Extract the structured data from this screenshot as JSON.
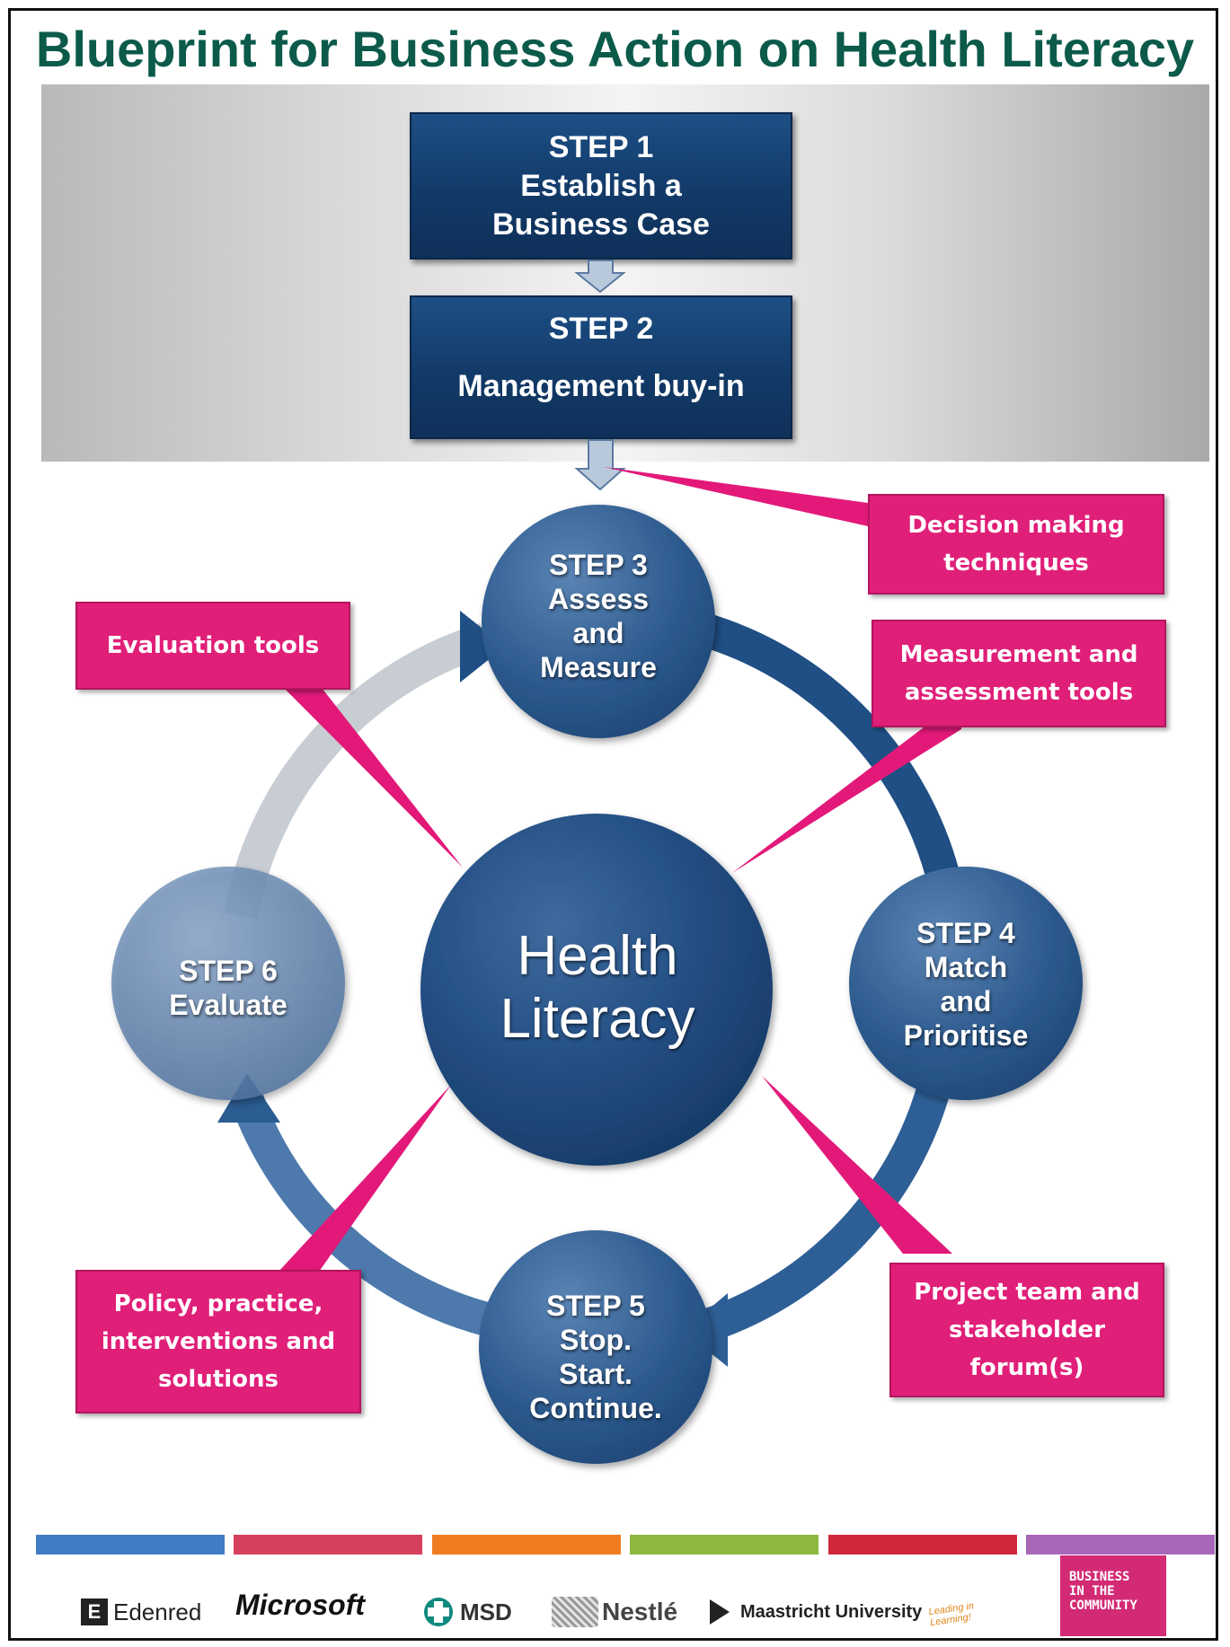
{
  "title": "Blueprint for Business Action on Health Literacy",
  "steps": {
    "step1": {
      "label": "STEP 1",
      "line1": "Establish a",
      "line2": "Business Case"
    },
    "step2": {
      "label": "STEP 2",
      "line1": "Management buy-in"
    },
    "step3": {
      "label": "STEP 3",
      "lines": [
        "Assess",
        "and",
        "Measure"
      ]
    },
    "step4": {
      "label": "STEP 4",
      "lines": [
        "Match",
        "and",
        "Prioritise"
      ]
    },
    "step5": {
      "label": "STEP 5",
      "lines": [
        "Stop.",
        "Start.",
        "Continue."
      ]
    },
    "step6": {
      "label": "STEP 6",
      "lines": [
        "Evaluate"
      ]
    }
  },
  "center": {
    "line1": "Health",
    "line2": "Literacy"
  },
  "callouts": {
    "decision": [
      "Decision making",
      "techniques"
    ],
    "evaluation": [
      "Evaluation tools"
    ],
    "measurement": [
      "Measurement and",
      "assessment tools"
    ],
    "policy": [
      "Policy, practice,",
      "interventions and",
      "solutions"
    ],
    "project": [
      "Project team and",
      "stakeholder",
      "forum(s)"
    ]
  },
  "colors": {
    "title": "#0b5a4a",
    "step_blue": "#1a4a7e",
    "callout_pink": "#e01f79",
    "bar_colors": [
      "#3f7cc4",
      "#d6405e",
      "#f07c22",
      "#8db83d",
      "#d0283a",
      "#a866b8"
    ]
  },
  "logos": {
    "edenred": "Edenred",
    "microsoft": "Microsoft",
    "msd": "MSD",
    "nestle": "Nestlé",
    "maastricht": "Maastricht University",
    "maastricht_tagline": "Leading in Learning!",
    "bitc": [
      "BUSINESS",
      "IN THE",
      "COMMUNITY"
    ]
  }
}
